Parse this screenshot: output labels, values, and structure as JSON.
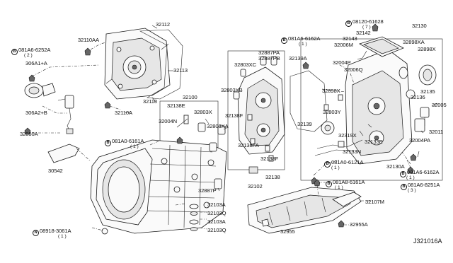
{
  "diagram": {
    "code": "J321016A",
    "labels": {
      "p32112": "32112",
      "p32110AA": "32110AA",
      "p08lA6_6252A": "081A6-6252A",
      "p08lA6_6252A_qty": "( 2 )",
      "p306A1A": "306A1+A",
      "p32113": "32113",
      "p32110": "32110",
      "p32110A": "32110A",
      "p306A2B": "306A2+B",
      "p32050A": "32050A",
      "p30542": "30542",
      "p32100": "32100",
      "p32138E": "32138E",
      "p32803X": "32803X",
      "p32004N": "32004N",
      "p08lA0_6l6lA": "081A0-6161A",
      "p08lA0_6l6lA_qty": "( 1 )",
      "p32803XA": "32803XA",
      "p32887P": "32887P",
      "p32103A_1": "32103A",
      "p32103Q_1": "32103Q",
      "p32103A_2": "32103A",
      "p32103Q_2": "32103Q",
      "p08918": "08918-3061A",
      "p08918_qty": "( 1 )",
      "p32887PA": "32887PA",
      "p32887PB": "32887PB",
      "p32803XC": "32803XC",
      "p32803XB": "32803XB",
      "p32138F_1": "32138F",
      "p32138FA": "32138FA",
      "p32138F_2": "32138F",
      "p32138": "32138",
      "p32102": "32102",
      "p08lA6_6l62A_top": "081A6-6162A",
      "p08lA6_6l62A_top_qty": "( 1 )",
      "p32139A": "32139A",
      "p32139": "32139",
      "p08l20": "08120-61628",
      "p08l20_qty": "( 7 )",
      "p32142": "32142",
      "p32143": "32143",
      "p32006M": "32006M",
      "p32004P": "32004P",
      "p32006Q": "32006Q",
      "p32130": "32130",
      "p32898XA": "32898XA",
      "p32898X_r": "32898X",
      "p32898X_l": "32898X",
      "p32803Y": "32803Y",
      "p32135": "32135",
      "p32136": "32136",
      "p32005": "32005",
      "p32319X": "32319X",
      "p32133E": "32133E",
      "p32133N": "32133N",
      "p32011": "32011",
      "p32004PA": "32004PA",
      "p08lA0_6l2lA": "081A0-6121A",
      "p08lA0_6l2lA_qty": "( 1 )",
      "p32130A": "32130A",
      "p08lA6_6l62A_bot": "081A6-6162A",
      "p08lA6_6l62A_bot_qty": "( 1 )",
      "p08lA8_825lA": "081A6-8251A",
      "p08lA8_825lA_qty": "( 3 )",
      "p08lA8_6l6lA": "081A8-6161A",
      "p08lA8_6l6lA_qty": "( 1 )",
      "p32107M": "32107M",
      "p32955": "32955",
      "p32955A": "32955A"
    },
    "markers": {
      "bolt_B": "B",
      "washer_N": "N"
    }
  }
}
